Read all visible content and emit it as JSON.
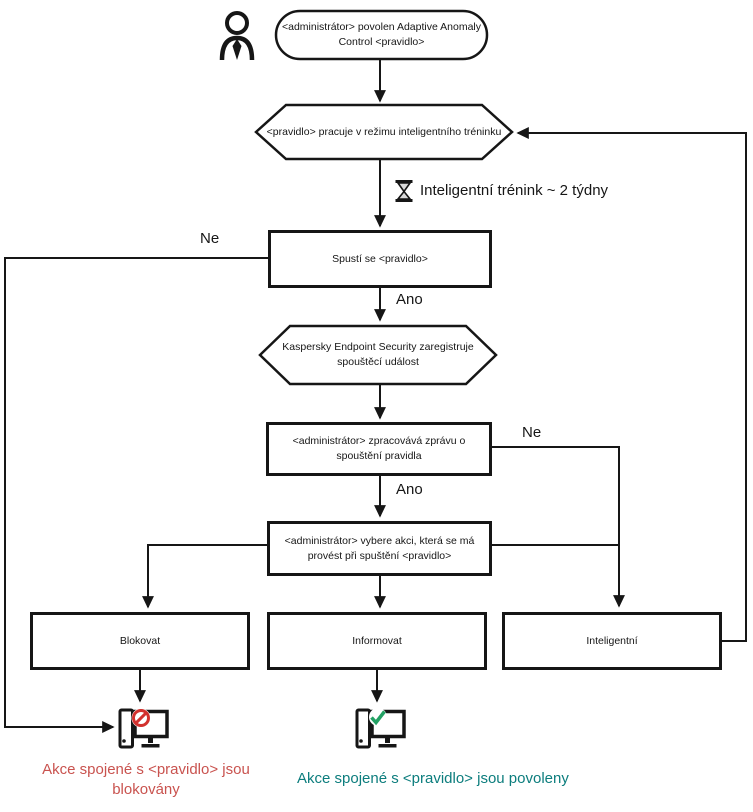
{
  "diagram": {
    "nodes": {
      "start": {
        "label": "<administrátor> povolen Adaptive Anomaly Control <pravidlo>"
      },
      "training_mode": {
        "label": "<pravidlo> pracuje v režimu inteligentního tréninku"
      },
      "training_period": {
        "label": "Inteligentní trénink ~ 2 týdny"
      },
      "rule_triggered": {
        "label": "Spustí se <pravidlo>"
      },
      "kes_registers": {
        "label": "Kaspersky Endpoint Security zaregistruje spouštěcí událost"
      },
      "admin_processes": {
        "label": "<administrátor> zpracovává zprávu o spouštění pravidla"
      },
      "admin_selects": {
        "label": "<administrátor> vybere akci, která se má provést při spuštění <pravidlo>"
      },
      "action_block": {
        "label": "Blokovat"
      },
      "action_inform": {
        "label": "Informovat"
      },
      "action_smart": {
        "label": "Inteligentní"
      },
      "result_blocked": {
        "label": "Akce spojené s <pravidlo> jsou blokovány"
      },
      "result_allowed": {
        "label": "Akce spojené s <pravidlo> jsou povoleny"
      }
    },
    "edge_labels": {
      "ne_rule_triggered": "Ne",
      "ano_rule_triggered": "Ano",
      "ne_admin_processes": "Ne",
      "ano_admin_processes": "Ano"
    },
    "icons": {
      "actor": "person-icon",
      "timer": "hourglass-icon",
      "blocked": "computer-blocked-icon",
      "allowed": "computer-allowed-icon"
    },
    "colors": {
      "line": "#161616",
      "blocked_text": "#c9534f",
      "allowed_text": "#0c7d7d",
      "prohibit_sign": "#d2312e",
      "check_sign": "#23a164",
      "hourglass_sand": "#d9d9d9"
    }
  }
}
